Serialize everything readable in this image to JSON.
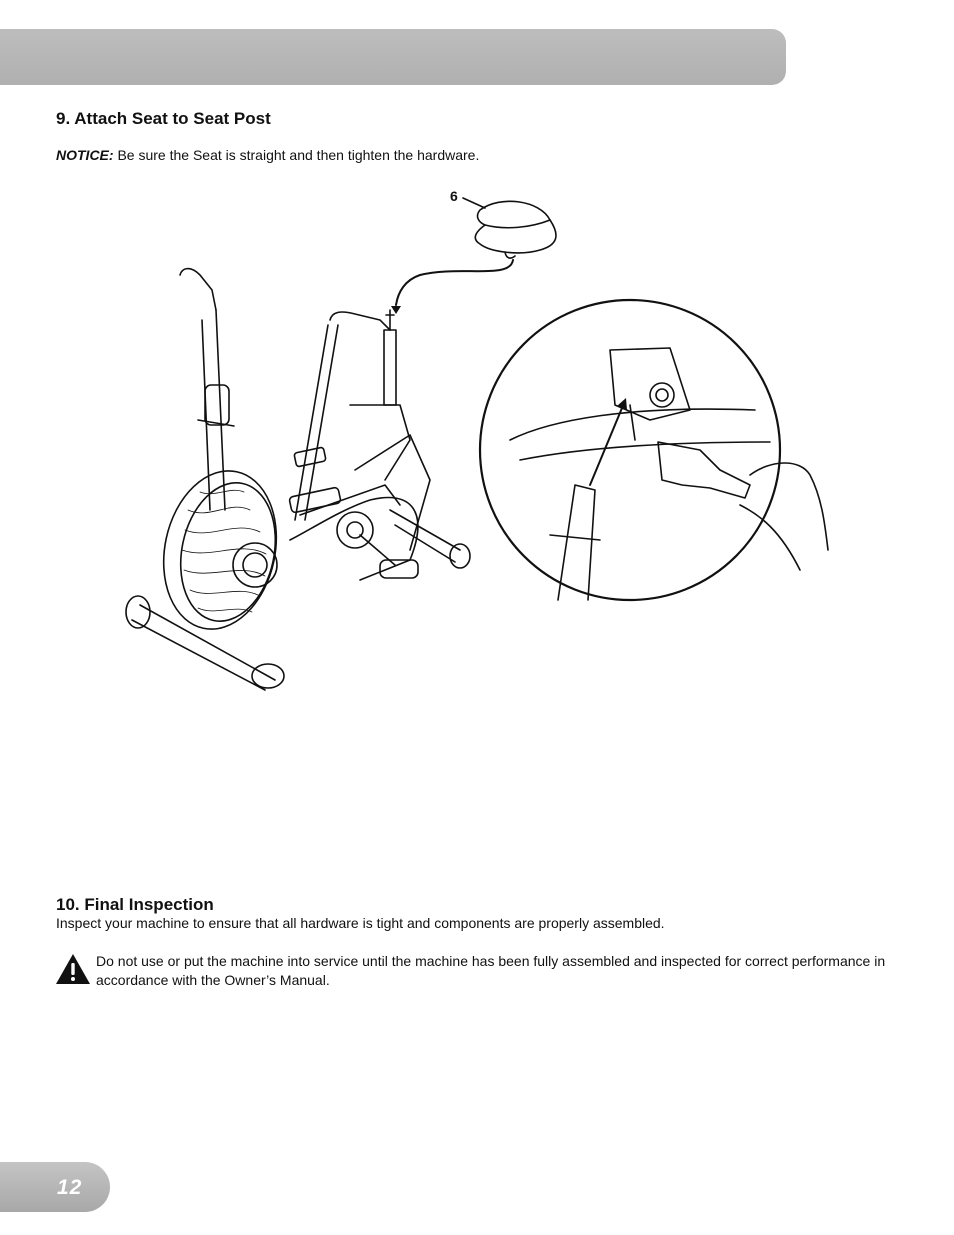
{
  "section9": {
    "title": "9. Attach Seat to Seat Post",
    "notice_label": "NOTICE:",
    "notice_text": " Be sure the Seat is straight and then tighten the hardware.",
    "callout_label": "6"
  },
  "section10": {
    "title": "10. Final Inspection",
    "body": "Inspect your machine to ensure that all hardware is tight and components are properly assembled.",
    "warning": "Do not use or put the machine into service until the machine has been fully assembled and inspected for correct performance in accordance with the Owner’s Manual."
  },
  "footer": {
    "page_number": "12"
  },
  "icons": {
    "warning": "warning-triangle-icon"
  }
}
